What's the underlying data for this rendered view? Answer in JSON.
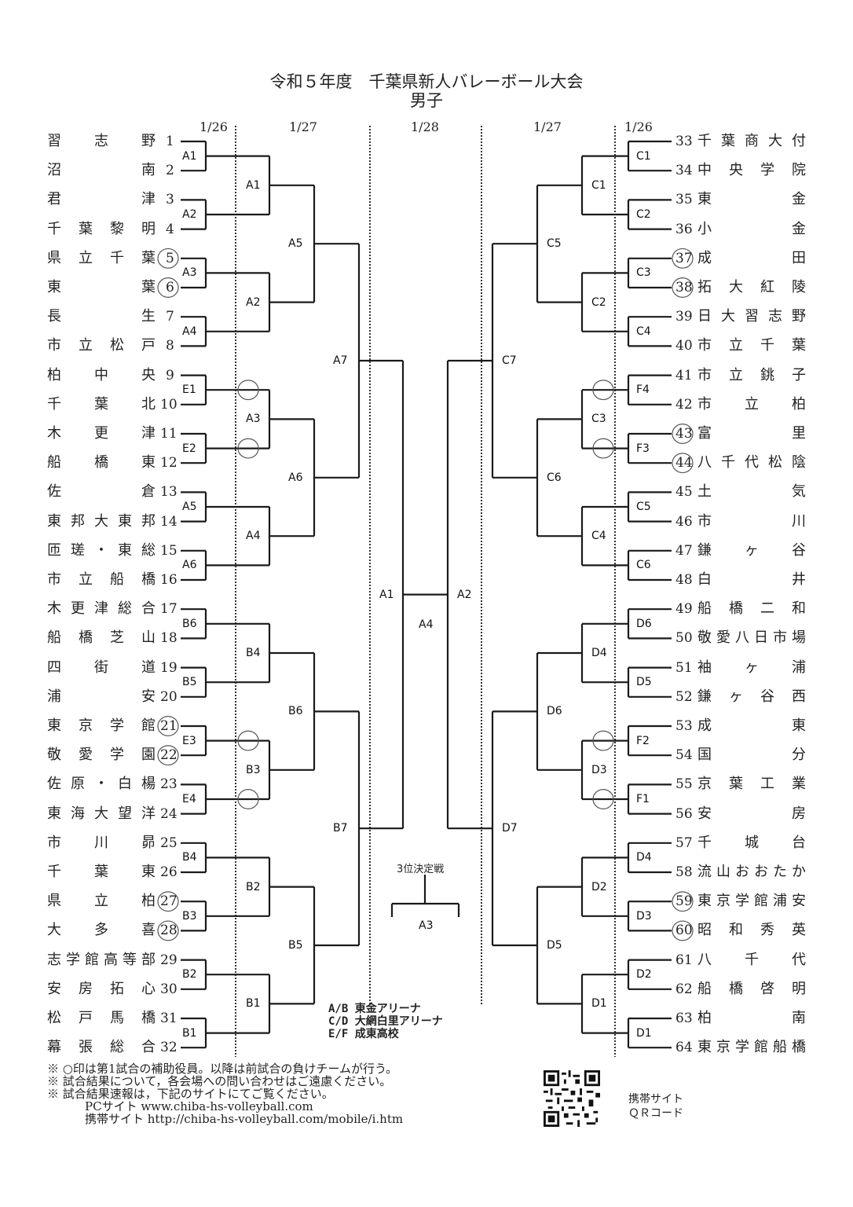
{
  "header": {
    "title": "令和５年度　千葉県新人バレーボール大会",
    "subtitle": "男子"
  },
  "dates": {
    "left_r1": "1/26",
    "left_r2": "1/27",
    "center": "1/28",
    "right_r2": "1/27",
    "right_r1": "1/26"
  },
  "left_teams": [
    {
      "num": "1",
      "name": "習志野",
      "circled": false
    },
    {
      "num": "2",
      "name": "沼南",
      "circled": false
    },
    {
      "num": "3",
      "name": "君津",
      "circled": false
    },
    {
      "num": "4",
      "name": "千葉黎明",
      "circled": false
    },
    {
      "num": "5",
      "name": "県立千葉",
      "circled": true
    },
    {
      "num": "6",
      "name": "東葉",
      "circled": true
    },
    {
      "num": "7",
      "name": "長生",
      "circled": false
    },
    {
      "num": "8",
      "name": "市立松戸",
      "circled": false
    },
    {
      "num": "9",
      "name": "柏中央",
      "circled": false
    },
    {
      "num": "10",
      "name": "千葉北",
      "circled": false
    },
    {
      "num": "11",
      "name": "木更津",
      "circled": false
    },
    {
      "num": "12",
      "name": "船橋東",
      "circled": false
    },
    {
      "num": "13",
      "name": "佐倉",
      "circled": false
    },
    {
      "num": "14",
      "name": "東邦大東邦",
      "circled": false
    },
    {
      "num": "15",
      "name": "匝瑳・東総",
      "circled": false
    },
    {
      "num": "16",
      "name": "市立船橋",
      "circled": false
    },
    {
      "num": "17",
      "name": "木更津総合",
      "circled": false
    },
    {
      "num": "18",
      "name": "船橋芝山",
      "circled": false
    },
    {
      "num": "19",
      "name": "四街道",
      "circled": false
    },
    {
      "num": "20",
      "name": "浦安",
      "circled": false
    },
    {
      "num": "21",
      "name": "東京学館",
      "circled": true
    },
    {
      "num": "22",
      "name": "敬愛学園",
      "circled": true
    },
    {
      "num": "23",
      "name": "佐原・白楊",
      "circled": false
    },
    {
      "num": "24",
      "name": "東海大望洋",
      "circled": false
    },
    {
      "num": "25",
      "name": "市川昴",
      "circled": false
    },
    {
      "num": "26",
      "name": "千葉東",
      "circled": false
    },
    {
      "num": "27",
      "name": "県立柏",
      "circled": true
    },
    {
      "num": "28",
      "name": "大多喜",
      "circled": true
    },
    {
      "num": "29",
      "name": "志学館高等部",
      "circled": false
    },
    {
      "num": "30",
      "name": "安房拓心",
      "circled": false
    },
    {
      "num": "31",
      "name": "松戸馬橋",
      "circled": false
    },
    {
      "num": "32",
      "name": "幕張総合",
      "circled": false
    }
  ],
  "right_teams": [
    {
      "num": "33",
      "name": "千葉商大付",
      "circled": false
    },
    {
      "num": "34",
      "name": "中央学院",
      "circled": false
    },
    {
      "num": "35",
      "name": "東金",
      "circled": false
    },
    {
      "num": "36",
      "name": "小金",
      "circled": false
    },
    {
      "num": "37",
      "name": "成田",
      "circled": true
    },
    {
      "num": "38",
      "name": "拓大紅陵",
      "circled": true
    },
    {
      "num": "39",
      "name": "日大習志野",
      "circled": false
    },
    {
      "num": "40",
      "name": "市立千葉",
      "circled": false
    },
    {
      "num": "41",
      "name": "市立銚子",
      "circled": false
    },
    {
      "num": "42",
      "name": "市立柏",
      "circled": false
    },
    {
      "num": "43",
      "name": "富里",
      "circled": true
    },
    {
      "num": "44",
      "name": "八千代松陰",
      "circled": true
    },
    {
      "num": "45",
      "name": "土気",
      "circled": false
    },
    {
      "num": "46",
      "name": "市川",
      "circled": false
    },
    {
      "num": "47",
      "name": "鎌ヶ谷",
      "circled": false
    },
    {
      "num": "48",
      "name": "白井",
      "circled": false
    },
    {
      "num": "49",
      "name": "船橋二和",
      "circled": false
    },
    {
      "num": "50",
      "name": "敬愛八日市場",
      "circled": false
    },
    {
      "num": "51",
      "name": "袖ヶ浦",
      "circled": false
    },
    {
      "num": "52",
      "name": "鎌ヶ谷西",
      "circled": false
    },
    {
      "num": "53",
      "name": "成東",
      "circled": false
    },
    {
      "num": "54",
      "name": "国分",
      "circled": false
    },
    {
      "num": "55",
      "name": "京葉工業",
      "circled": false
    },
    {
      "num": "56",
      "name": "安房",
      "circled": false
    },
    {
      "num": "57",
      "name": "千城台",
      "circled": false
    },
    {
      "num": "58",
      "name": "流山おおたか",
      "circled": false
    },
    {
      "num": "59",
      "name": "東京学館浦安",
      "circled": true
    },
    {
      "num": "60",
      "name": "昭和秀英",
      "circled": true
    },
    {
      "num": "61",
      "name": "八千代",
      "circled": false
    },
    {
      "num": "62",
      "name": "船橋啓明",
      "circled": false
    },
    {
      "num": "63",
      "name": "柏南",
      "circled": false
    },
    {
      "num": "64",
      "name": "東京学館船橋",
      "circled": false
    }
  ],
  "matches": {
    "left_r1": [
      "A1",
      "A2",
      "A3",
      "A4",
      "E1",
      "E2",
      "A5",
      "A6",
      "B6",
      "B5",
      "E3",
      "E4",
      "B4",
      "B3",
      "B2",
      "B1"
    ],
    "left_r1_referee_circle": [
      false,
      false,
      false,
      false,
      true,
      true,
      false,
      false,
      false,
      false,
      true,
      true,
      false,
      false,
      false,
      false
    ],
    "left_r2": [
      "A1",
      "A2",
      "A3",
      "A4",
      "B4",
      "B3",
      "B2",
      "B1"
    ],
    "left_r3": [
      "A5",
      "A6",
      "B6",
      "B5"
    ],
    "left_r4": [
      "A7",
      "B7"
    ],
    "right_r1": [
      "C1",
      "C2",
      "C3",
      "C4",
      "F4",
      "F3",
      "C5",
      "C6",
      "D6",
      "D5",
      "F2",
      "F1",
      "D4",
      "D3",
      "D2",
      "D1"
    ],
    "right_r1_referee_circle": [
      false,
      false,
      false,
      false,
      true,
      true,
      false,
      false,
      false,
      false,
      true,
      true,
      false,
      false,
      false,
      false
    ],
    "right_r2": [
      "C1",
      "C2",
      "C3",
      "C4",
      "D4",
      "D3",
      "D2",
      "D1"
    ],
    "right_r3": [
      "C5",
      "C6",
      "D6",
      "D5"
    ],
    "right_r4": [
      "C7",
      "D7"
    ],
    "semi_left": "A1",
    "semi_right": "A2",
    "final": "A4"
  },
  "third_place": {
    "label": "3位決定戦",
    "match": "A3"
  },
  "venues": [
    "A/B 東金アリーナ",
    "C/D 大網白里アリーナ",
    "E/F 成東高校"
  ],
  "notes": [
    "※ ○印は第1試合の補助役員。以降は前試合の負けチームが行う。",
    "※ 試合結果について，各会場への問い合わせはご遠慮ください。",
    "※ 試合結果速報は，下記のサイトにてご覧ください。",
    "PCサイト www.chiba-hs-volleyball.com",
    "携帯サイト http://chiba-hs-volleyball.com/mobile/i.htm"
  ],
  "qr": {
    "label_line1": "携帯サイト",
    "label_line2": "ＱＲコード",
    "icon": "qr-code-icon"
  }
}
